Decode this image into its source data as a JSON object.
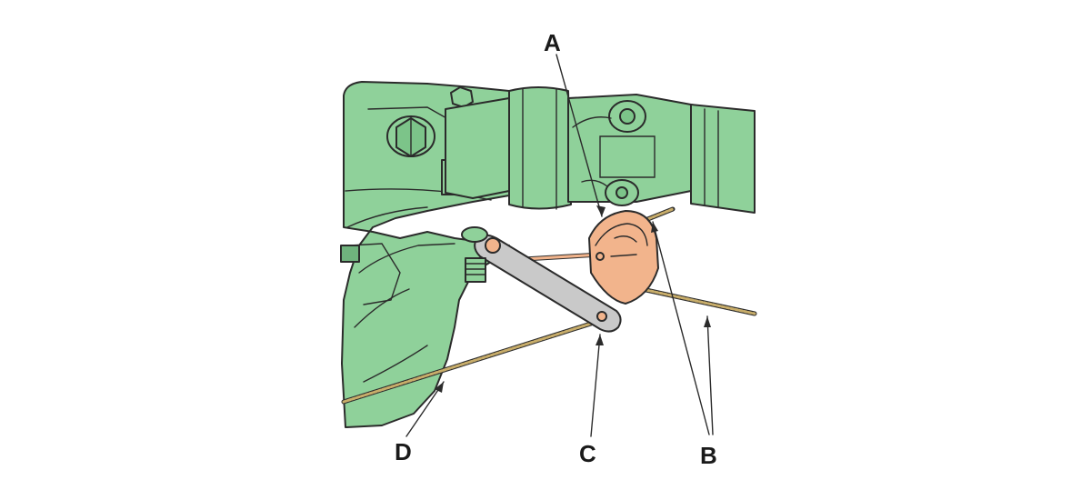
{
  "labels": {
    "a": "A",
    "b": "B",
    "c": "C",
    "d": "D"
  },
  "colors": {
    "housing": "#8fd19a",
    "housing_shadow": "#6fb37d",
    "equalizer": "#f2b48c",
    "lever": "#c9c9c9",
    "cable": "#c8ad6a",
    "outline": "#2b2b2b"
  }
}
